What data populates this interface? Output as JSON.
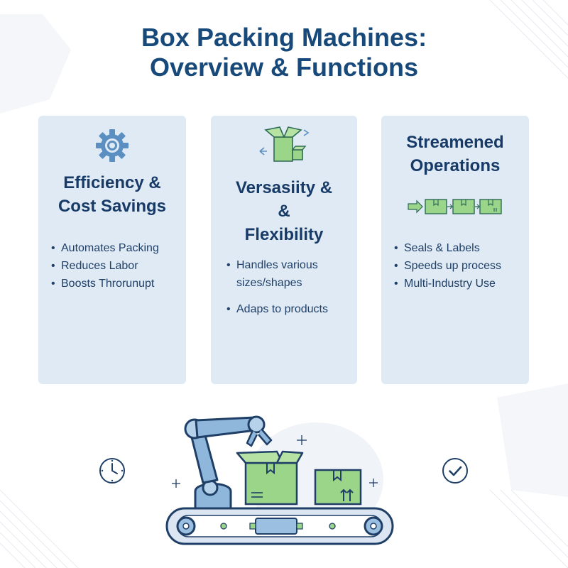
{
  "title": {
    "line1": "Box Packing Machines:",
    "line2": "Overview & Functions"
  },
  "colors": {
    "title": "#174a7a",
    "card_bg": "#dfeaf5",
    "icon_blue": "#5b8fc2",
    "box_green": "#9bd58a",
    "ink": "#173a66"
  },
  "cards": [
    {
      "heading_line1": "Efficiency &",
      "heading_line2": "Cost Savings",
      "icon": "gear-icon",
      "bullets": [
        "Automates Packing",
        "Reduces Labor",
        "Boosts Throrunupt"
      ],
      "bottom_icon": "clock-icon"
    },
    {
      "heading_line1": "Versasiity &",
      "heading_line2": "&",
      "heading_line3": "Flexibility",
      "icon": "open-box-icon",
      "bullets": [
        "Handles various sizes/shapes",
        "Adaps to products"
      ],
      "bottom_icon": "question-icon"
    },
    {
      "heading_line1": "Streamened",
      "heading_line2": "Operations",
      "icon": "box-flow-icon",
      "bullets": [
        "Seals & Labels",
        "Speeds up process",
        "Multi-Industry Use"
      ],
      "bottom_icon": "check-icon"
    }
  ],
  "illustration": "robot-arm-conveyor-illustration"
}
